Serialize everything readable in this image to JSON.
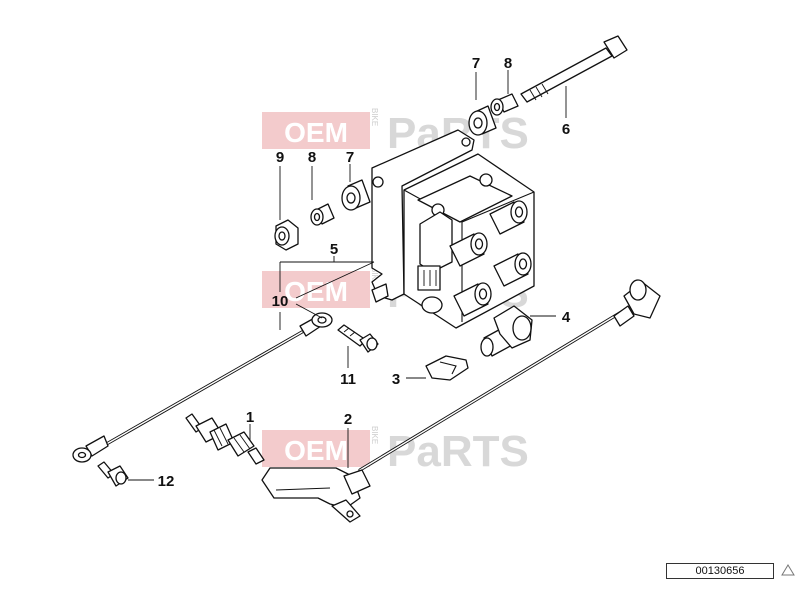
{
  "watermark": {
    "oem": "OEM",
    "bike": "BIKE",
    "parts": "PaRTS"
  },
  "callouts": {
    "c1": "1",
    "c2": "2",
    "c3": "3",
    "c4": "4",
    "c5": "5",
    "c6": "6",
    "c7a": "7",
    "c7b": "7",
    "c8a": "8",
    "c8b": "8",
    "c9": "9",
    "c10": "10",
    "c11": "11",
    "c12": "12"
  },
  "footer": {
    "diagram_number": "00130656"
  }
}
